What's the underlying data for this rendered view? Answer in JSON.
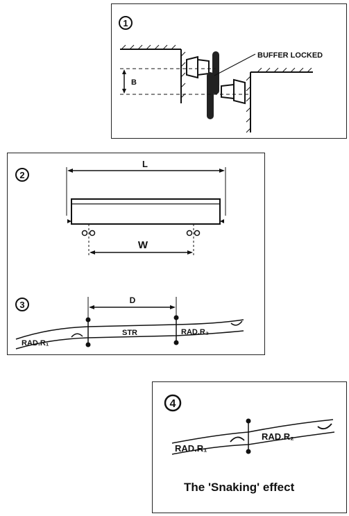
{
  "panel1": {
    "number": "1",
    "label_buffer": "BUFFER LOCKED",
    "label_b": "B"
  },
  "panel2": {
    "number": "2",
    "label_l": "L",
    "label_w": "W"
  },
  "panel3": {
    "number": "3",
    "label_d": "D",
    "label_rad1": "RAD.R₁",
    "label_str": "STR",
    "label_rad2": "RAD.R₂"
  },
  "panel4": {
    "number": "4",
    "label_rad1": "RAD.R₁",
    "label_rad2": "RAD.R₂",
    "caption": "The 'Snaking' effect"
  }
}
